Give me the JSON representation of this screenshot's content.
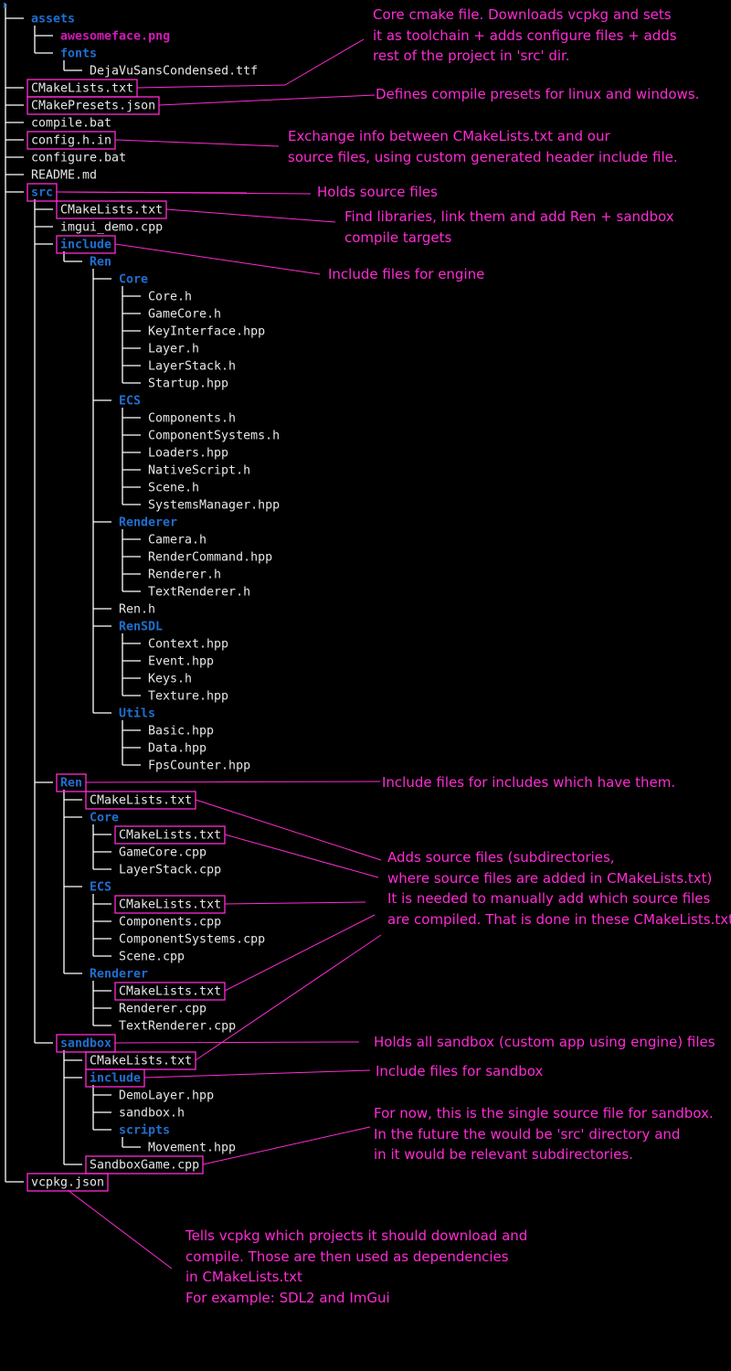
{
  "colors": {
    "background": "#000000",
    "file": "#e6e6e6",
    "directory": "#1f6fd1",
    "png": "#d11ab8",
    "annotation": "#ff2bd5",
    "tree_line": "#ffffff"
  },
  "tree": {
    "name": "",
    "children": [
      {
        "name": "assets",
        "kind": "dir",
        "children": [
          {
            "name": "awesomeface.png",
            "kind": "png"
          },
          {
            "name": "fonts",
            "kind": "dir",
            "children": [
              {
                "name": "DejaVuSansCondensed.ttf",
                "kind": "file"
              }
            ]
          }
        ]
      },
      {
        "name": "CMakeLists.txt",
        "kind": "file",
        "boxed": true
      },
      {
        "name": "CMakePresets.json",
        "kind": "file",
        "boxed": true
      },
      {
        "name": "compile.bat",
        "kind": "file"
      },
      {
        "name": "config.h.in",
        "kind": "file",
        "boxed": true
      },
      {
        "name": "configure.bat",
        "kind": "file"
      },
      {
        "name": "README.md",
        "kind": "file"
      },
      {
        "name": "src",
        "kind": "dir",
        "boxed": true,
        "children": [
          {
            "name": "CMakeLists.txt",
            "kind": "file",
            "boxed": true
          },
          {
            "name": "imgui_demo.cpp",
            "kind": "file"
          },
          {
            "name": "include",
            "kind": "dir",
            "boxed": true,
            "children": [
              {
                "name": "Ren",
                "kind": "dir",
                "children": [
                  {
                    "name": "Core",
                    "kind": "dir",
                    "children": [
                      {
                        "name": "Core.h",
                        "kind": "file"
                      },
                      {
                        "name": "GameCore.h",
                        "kind": "file"
                      },
                      {
                        "name": "KeyInterface.hpp",
                        "kind": "file"
                      },
                      {
                        "name": "Layer.h",
                        "kind": "file"
                      },
                      {
                        "name": "LayerStack.h",
                        "kind": "file"
                      },
                      {
                        "name": "Startup.hpp",
                        "kind": "file"
                      }
                    ]
                  },
                  {
                    "name": "ECS",
                    "kind": "dir",
                    "children": [
                      {
                        "name": "Components.h",
                        "kind": "file"
                      },
                      {
                        "name": "ComponentSystems.h",
                        "kind": "file"
                      },
                      {
                        "name": "Loaders.hpp",
                        "kind": "file"
                      },
                      {
                        "name": "NativeScript.h",
                        "kind": "file"
                      },
                      {
                        "name": "Scene.h",
                        "kind": "file"
                      },
                      {
                        "name": "SystemsManager.hpp",
                        "kind": "file"
                      }
                    ]
                  },
                  {
                    "name": "Renderer",
                    "kind": "dir",
                    "children": [
                      {
                        "name": "Camera.h",
                        "kind": "file"
                      },
                      {
                        "name": "RenderCommand.hpp",
                        "kind": "file"
                      },
                      {
                        "name": "Renderer.h",
                        "kind": "file"
                      },
                      {
                        "name": "TextRenderer.h",
                        "kind": "file"
                      }
                    ]
                  },
                  {
                    "name": "Ren.h",
                    "kind": "file"
                  },
                  {
                    "name": "RenSDL",
                    "kind": "dir",
                    "children": [
                      {
                        "name": "Context.hpp",
                        "kind": "file"
                      },
                      {
                        "name": "Event.hpp",
                        "kind": "file"
                      },
                      {
                        "name": "Keys.h",
                        "kind": "file"
                      },
                      {
                        "name": "Texture.hpp",
                        "kind": "file"
                      }
                    ]
                  },
                  {
                    "name": "Utils",
                    "kind": "dir",
                    "children": [
                      {
                        "name": "Basic.hpp",
                        "kind": "file"
                      },
                      {
                        "name": "Data.hpp",
                        "kind": "file"
                      },
                      {
                        "name": "FpsCounter.hpp",
                        "kind": "file"
                      }
                    ]
                  }
                ]
              }
            ]
          },
          {
            "name": "Ren",
            "kind": "dir",
            "boxed": true,
            "children": [
              {
                "name": "CMakeLists.txt",
                "kind": "file",
                "boxed": true
              },
              {
                "name": "Core",
                "kind": "dir",
                "children": [
                  {
                    "name": "CMakeLists.txt",
                    "kind": "file",
                    "boxed": true
                  },
                  {
                    "name": "GameCore.cpp",
                    "kind": "file"
                  },
                  {
                    "name": "LayerStack.cpp",
                    "kind": "file"
                  }
                ]
              },
              {
                "name": "ECS",
                "kind": "dir",
                "children": [
                  {
                    "name": "CMakeLists.txt",
                    "kind": "file",
                    "boxed": true
                  },
                  {
                    "name": "Components.cpp",
                    "kind": "file"
                  },
                  {
                    "name": "ComponentSystems.cpp",
                    "kind": "file"
                  },
                  {
                    "name": "Scene.cpp",
                    "kind": "file"
                  }
                ]
              },
              {
                "name": "Renderer",
                "kind": "dir",
                "children": [
                  {
                    "name": "CMakeLists.txt",
                    "kind": "file",
                    "boxed": true
                  },
                  {
                    "name": "Renderer.cpp",
                    "kind": "file"
                  },
                  {
                    "name": "TextRenderer.cpp",
                    "kind": "file"
                  }
                ]
              }
            ]
          },
          {
            "name": "sandbox",
            "kind": "dir",
            "boxed": true,
            "children": [
              {
                "name": "CMakeLists.txt",
                "kind": "file",
                "boxed": true
              },
              {
                "name": "include",
                "kind": "dir",
                "boxed": true,
                "children": [
                  {
                    "name": "DemoLayer.hpp",
                    "kind": "file"
                  },
                  {
                    "name": "sandbox.h",
                    "kind": "file"
                  },
                  {
                    "name": "scripts",
                    "kind": "dir",
                    "children": [
                      {
                        "name": "Movement.hpp",
                        "kind": "file"
                      }
                    ]
                  }
                ]
              },
              {
                "name": "SandboxGame.cpp",
                "kind": "file",
                "boxed": true
              }
            ]
          }
        ]
      },
      {
        "name": "vcpkg.json",
        "kind": "file",
        "boxed": true
      }
    ]
  },
  "annotations": [
    {
      "id": "root-cmake",
      "text": "Core cmake file. Downloads vcpkg and sets\nit as toolchain + adds configure files + adds\nrest of the project in 'src' dir."
    },
    {
      "id": "presets",
      "text": "Defines compile presets for linux and windows."
    },
    {
      "id": "config",
      "text": "Exchange info between CMakeLists.txt and our\nsource files, using custom generated header include file."
    },
    {
      "id": "src",
      "text": "Holds source files"
    },
    {
      "id": "src-cmake",
      "text": "Find libraries, link them and add Ren + sandbox\ncompile targets"
    },
    {
      "id": "include",
      "text": "Include files for engine"
    },
    {
      "id": "ren",
      "text": "Include files for includes which have them."
    },
    {
      "id": "ren-cmake",
      "text": "Adds source files (subdirectories,\nwhere source files are added in CMakeLists.txt)\nIt is needed to manually add which source files\nare compiled. That is done in these CMakeLists.txt"
    },
    {
      "id": "sandbox",
      "text": "Holds all sandbox (custom app using engine) files"
    },
    {
      "id": "sandbox-include",
      "text": "Include files for sandbox"
    },
    {
      "id": "sandbox-game",
      "text": "For now, this is the single source file for sandbox.\nIn the future the would be 'src' directory and\nin it would be relevant subdirectories."
    },
    {
      "id": "vcpkg",
      "text": "Tells vcpkg which projects it should download and\ncompile. Those are then used as dependencies\nin CMakeLists.txt\nFor example: SDL2 and ImGui"
    }
  ]
}
